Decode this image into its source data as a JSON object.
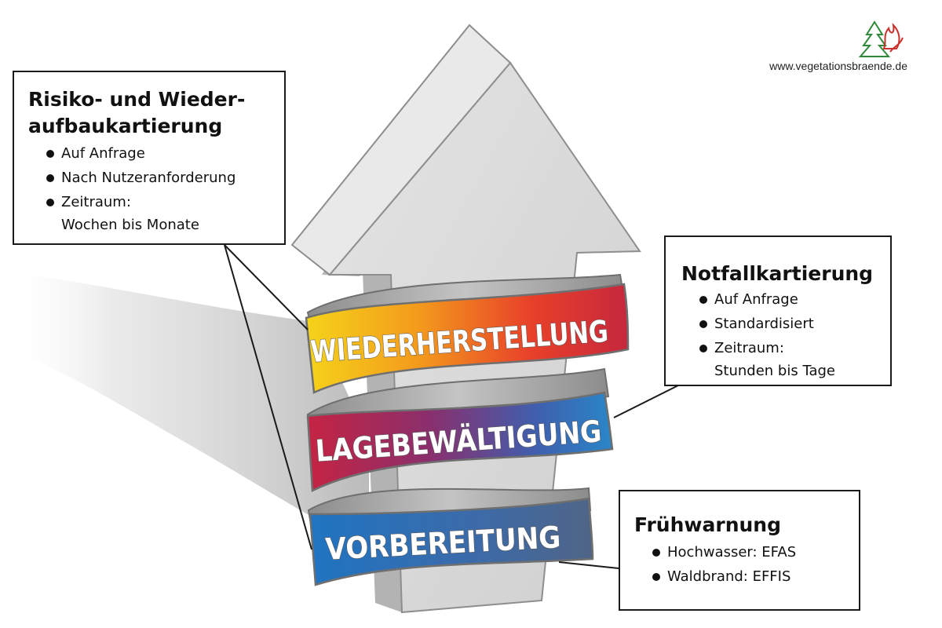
{
  "watermark": "www.vegetationsbraende.de",
  "bands": {
    "top": "WIEDERHERSTELLUNG",
    "middle": "LAGEBEWÄLTIGUNG",
    "bottom": "VORBEREITUNG"
  },
  "box_recovery": {
    "title_line1": "Risiko- und Wieder-",
    "title_line2": "aufbaukartierung",
    "items": [
      "Auf Anfrage",
      "Nach Nutzeranforderung",
      "Zeitraum:"
    ],
    "timeframe": "Wochen bis Monate"
  },
  "box_emergency": {
    "title": "Notfallkartierung",
    "items": [
      "Auf Anfrage",
      "Standardisiert",
      "Zeitraum:"
    ],
    "timeframe": "Stunden bis Tage"
  },
  "box_early_warning": {
    "title": "Frühwarnung",
    "items": [
      "Hochwasser: EFAS",
      "Waldbrand: EFFIS"
    ]
  },
  "colors": {
    "top_band": [
      "#f5d31a",
      "#f39a1c",
      "#e8402a",
      "#c6283d"
    ],
    "middle_band": [
      "#c52443",
      "#8a2f6d",
      "#3f5fae",
      "#2a86c8"
    ],
    "bottom_band": [
      "#1f74c2",
      "#3d6aa8",
      "#4f6587"
    ],
    "arrow": "#d6d6d6"
  }
}
